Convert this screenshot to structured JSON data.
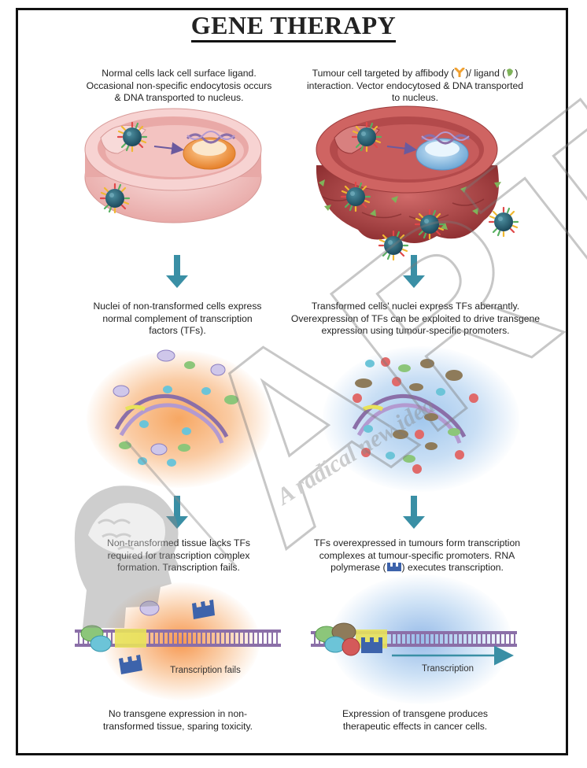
{
  "title": "GENE THERAPY",
  "left": {
    "caption1": "Normal cells lack cell surface ligand. Occasional non-specific endocytosis occurs & DNA transported to nucleus.",
    "caption2": "Nuclei of non-transformed cells express normal complement of transcription factors (TFs).",
    "caption3": "Non-transformed tissue lacks TFs required for transcription complex formation. Transcription fails.",
    "label_dna": "Transcription fails",
    "caption4": "No transgene expression in non-transformed tissue, sparing toxicity."
  },
  "right": {
    "caption1_a": "Tumour cell targeted by affibody (",
    "caption1_b": ")/",
    "caption1_c": "ligand (",
    "caption1_d": ") interaction. Vector endocytosed & DNA transported to nucleus.",
    "caption2": "Transformed cells' nuclei express TFs aberrantly. Overexpression of TFs can be exploited to drive transgene expression using tumour-specific promoters.",
    "caption3_a": "TFs overexpressed in tumours form transcription complexes at tumour-specific promoters. RNA polymerase (",
    "caption3_b": ") executes transcription.",
    "label_dna": "Transcription",
    "caption4": "Expression of transgene produces therapeutic effects in cancer cells."
  },
  "watermark": {
    "letters": "ARTS",
    "tagline": "A radical new idea"
  },
  "colors": {
    "arrow": "#3a8fa5",
    "normal_cell": "#f2c2c0",
    "tumour_cell": "#b3484a",
    "nucleus_normal": "#f39a3a",
    "nucleus_tumour": "#8ec3e8",
    "dna": "#8b6fa8",
    "promoter": "#e8e25a",
    "polymerase": "#3d63ab",
    "orange_glow": "#f6a25a",
    "blue_glow": "#9cc4ec"
  }
}
